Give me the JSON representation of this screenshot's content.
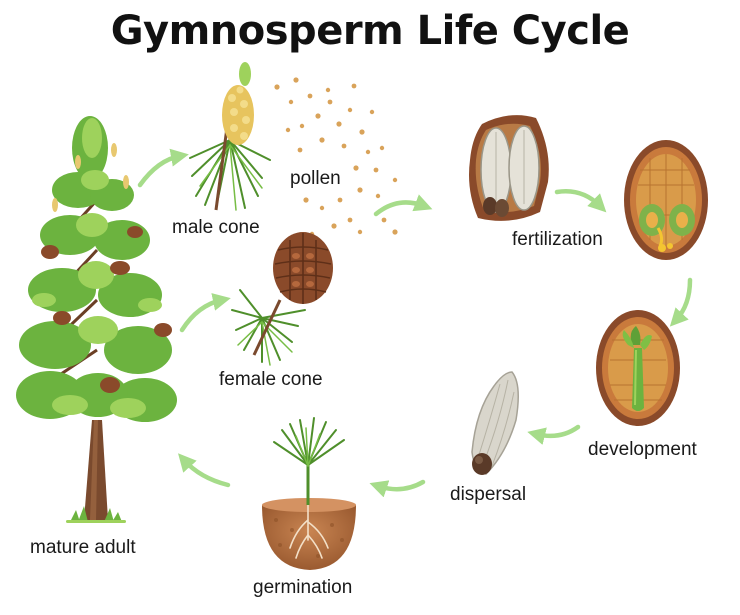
{
  "title": "Gymnosperm Life Cycle",
  "stages": {
    "mature_adult": "mature adult",
    "male_cone": "male cone",
    "pollen": "pollen",
    "female_cone": "female cone",
    "fertilization": "fertilization",
    "development": "development",
    "dispersal": "dispersal",
    "germination": "germination"
  },
  "colors": {
    "arrow": "#a6dc8a",
    "foliage": "#6cb33f",
    "foliage_light": "#9ed25c",
    "trunk": "#7a4a2e",
    "cone": "#8a4a2a",
    "pollen": "#d9a35a",
    "soil": "#b06a3a",
    "seed": "#d9d6cc"
  }
}
